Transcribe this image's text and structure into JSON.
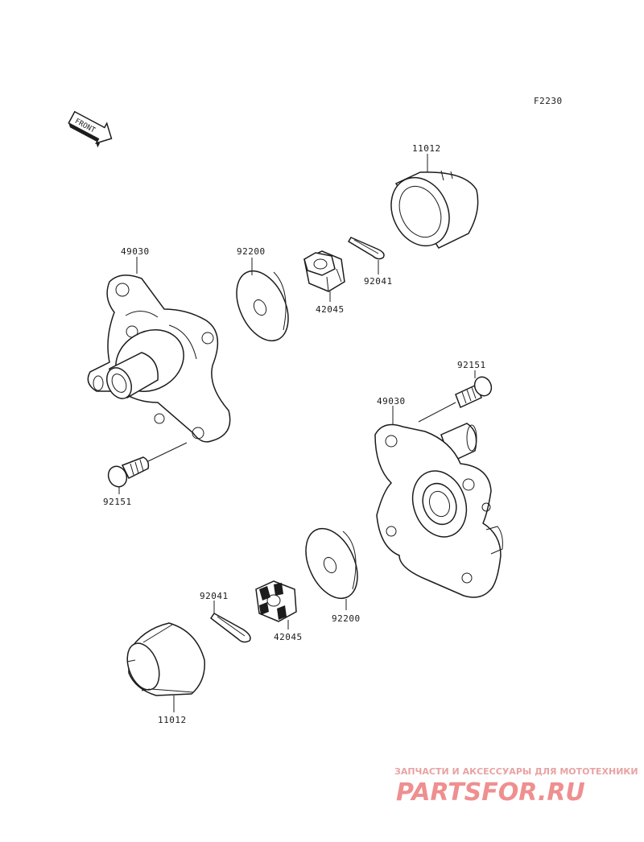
{
  "diagram_code": "F2230",
  "front_label": "FRONT",
  "labels": {
    "cap_top": "11012",
    "hub_left": "49030",
    "washer_top": "92200",
    "nut_top": "42045",
    "pin_top": "92041",
    "bolt_left": "92151",
    "bolt_right": "92151",
    "hub_right": "49030",
    "washer_bottom": "92200",
    "nut_bottom": "42045",
    "pin_bottom": "92041",
    "cap_bottom": "11012"
  },
  "watermark": {
    "tagline": "ЗАПЧАСТИ И АКСЕССУАРЫ ДЛЯ МОТОТЕХНИКИ",
    "brand": "PARTSFOR.RU"
  }
}
